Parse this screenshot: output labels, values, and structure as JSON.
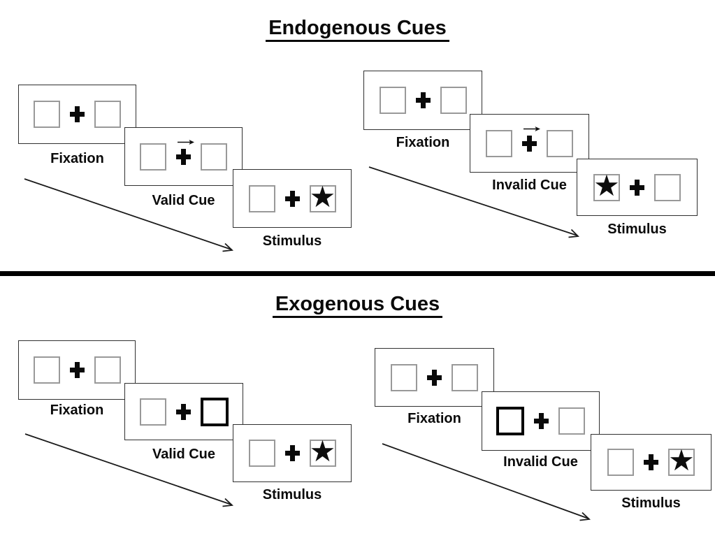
{
  "glyphs": {
    "star": "★"
  },
  "colors": {
    "background": "#ffffff",
    "panel_border": "#303030",
    "box_border": "#999999",
    "cue_box_border": "#000000",
    "ink": "#0a0a0a",
    "divider": "#000000"
  },
  "sections": [
    {
      "id": "endogenous",
      "title": "Endogenous Cues",
      "sequences": [
        {
          "name": "endogenous-valid",
          "steps": [
            {
              "label": "Fixation",
              "left_box": "empty",
              "right_box": "empty"
            },
            {
              "label": "Valid Cue",
              "left_box": "empty",
              "right_box": "empty",
              "cue": "arrow-right"
            },
            {
              "label": "Stimulus",
              "left_box": "empty",
              "right_box": "star"
            }
          ]
        },
        {
          "name": "endogenous-invalid",
          "steps": [
            {
              "label": "Fixation",
              "left_box": "empty",
              "right_box": "empty"
            },
            {
              "label": "Invalid Cue",
              "left_box": "empty",
              "right_box": "empty",
              "cue": "arrow-right"
            },
            {
              "label": "Stimulus",
              "left_box": "star",
              "right_box": "empty"
            }
          ]
        }
      ]
    },
    {
      "id": "exogenous",
      "title": "Exogenous Cues",
      "sequences": [
        {
          "name": "exogenous-valid",
          "steps": [
            {
              "label": "Fixation",
              "left_box": "empty",
              "right_box": "empty"
            },
            {
              "label": "Valid Cue",
              "left_box": "empty",
              "right_box": "highlight"
            },
            {
              "label": "Stimulus",
              "left_box": "empty",
              "right_box": "star"
            }
          ]
        },
        {
          "name": "exogenous-invalid",
          "steps": [
            {
              "label": "Fixation",
              "left_box": "empty",
              "right_box": "empty"
            },
            {
              "label": "Invalid Cue",
              "left_box": "highlight",
              "right_box": "empty"
            },
            {
              "label": "Stimulus",
              "left_box": "empty",
              "right_box": "star"
            }
          ]
        }
      ]
    }
  ]
}
